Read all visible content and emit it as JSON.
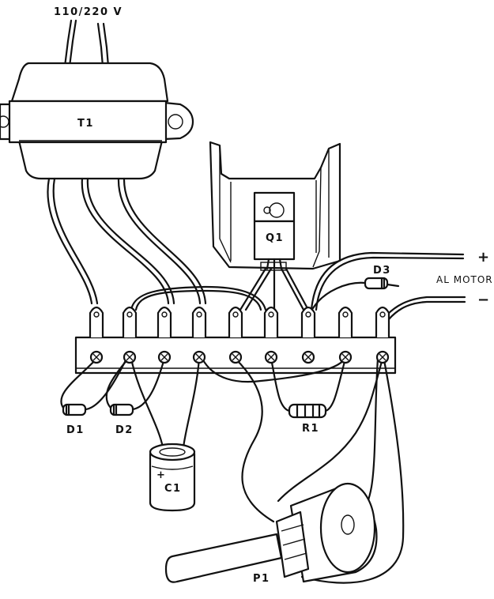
{
  "mains_label": "110/220 V",
  "components": {
    "transformer": "T1",
    "transistor": "Q1",
    "diode1": "D1",
    "diode2": "D2",
    "diode3": "D3",
    "capacitor": "C1",
    "capacitor_plus": "+",
    "resistor": "R1",
    "potentiometer": "P1"
  },
  "motor": {
    "label": "AL MOTOR",
    "plus": "+",
    "minus": "−"
  }
}
